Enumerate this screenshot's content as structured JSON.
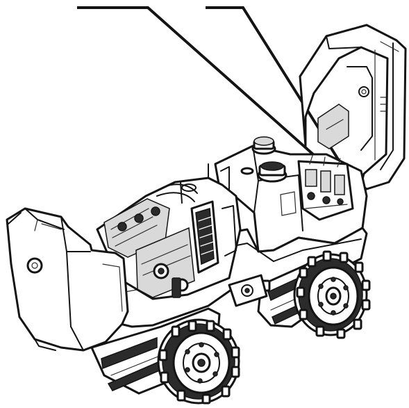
{
  "figure": {
    "subject": "roller-compactor-open-covers",
    "colors": {
      "line": "#141414",
      "background": "#ffffff",
      "shade": "#2b2b2b"
    },
    "callouts": [
      {
        "id": "leader-left"
      },
      {
        "id": "leader-right"
      }
    ]
  }
}
